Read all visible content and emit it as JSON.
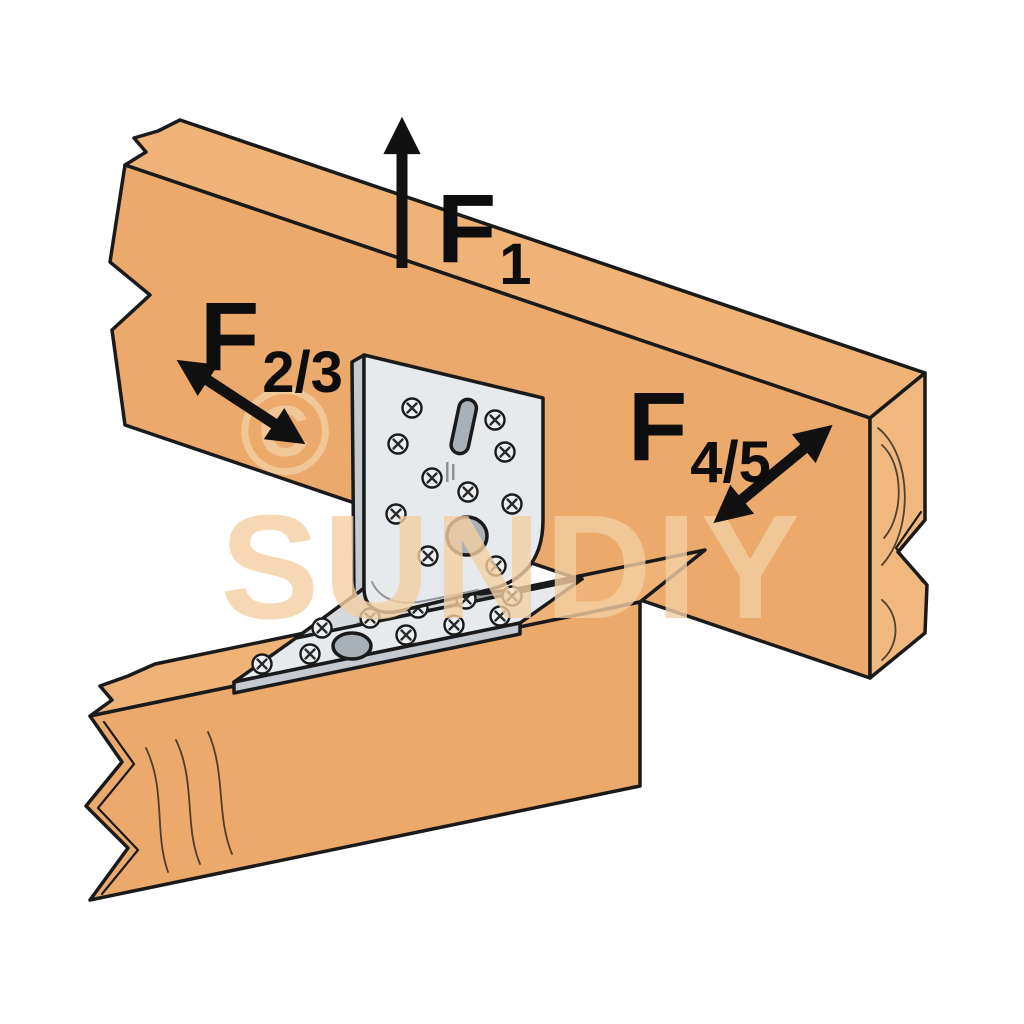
{
  "diagram": {
    "watermark": {
      "symbol": "©",
      "brand": "SUNDIY"
    },
    "forces": {
      "f1": {
        "main": "F",
        "sub": "1"
      },
      "f23": {
        "main": "F",
        "sub": "2/3"
      },
      "f45": {
        "main": "F",
        "sub": "4/5"
      }
    },
    "colors": {
      "background": "#FFFFFF",
      "wood": "#EBA96C",
      "wood_top": "#EFB277",
      "wood_end": "#F0B87E",
      "outline": "#1A1A1A",
      "steel": "#E7EAED",
      "steel_shade": "#D4D9DD",
      "steel_dark": "#C4CAD0",
      "hole": "#A9B1B8",
      "arrow": "#111111",
      "watermark": "#F4CFA2"
    }
  }
}
